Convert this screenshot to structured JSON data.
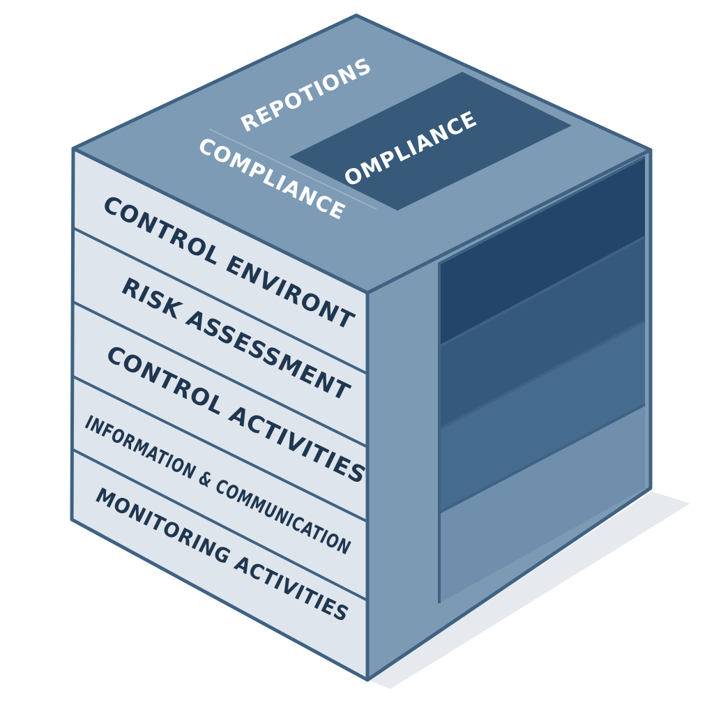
{
  "top_face": {
    "labels": [
      "REPOTIONS",
      "COMPLIANCE",
      "OMPLIANCE"
    ]
  },
  "left_face": {
    "rows": [
      "CONTROL ENVIRONT",
      "RISK ASSESSMENT",
      "CONTROL ACTIVITIES",
      "INFORMATION & COMMUNICATION",
      "MONITORING ACTIVITIES"
    ]
  },
  "colors": {
    "top": "#7e9bb5",
    "top_dark": "#37597a",
    "left": "#dfe5ec",
    "edge": "#3f6283",
    "right_strip": "#7d9ab4",
    "right_bands": [
      "#24456a",
      "#34597c",
      "#456c8f",
      "#6f8fad"
    ]
  }
}
